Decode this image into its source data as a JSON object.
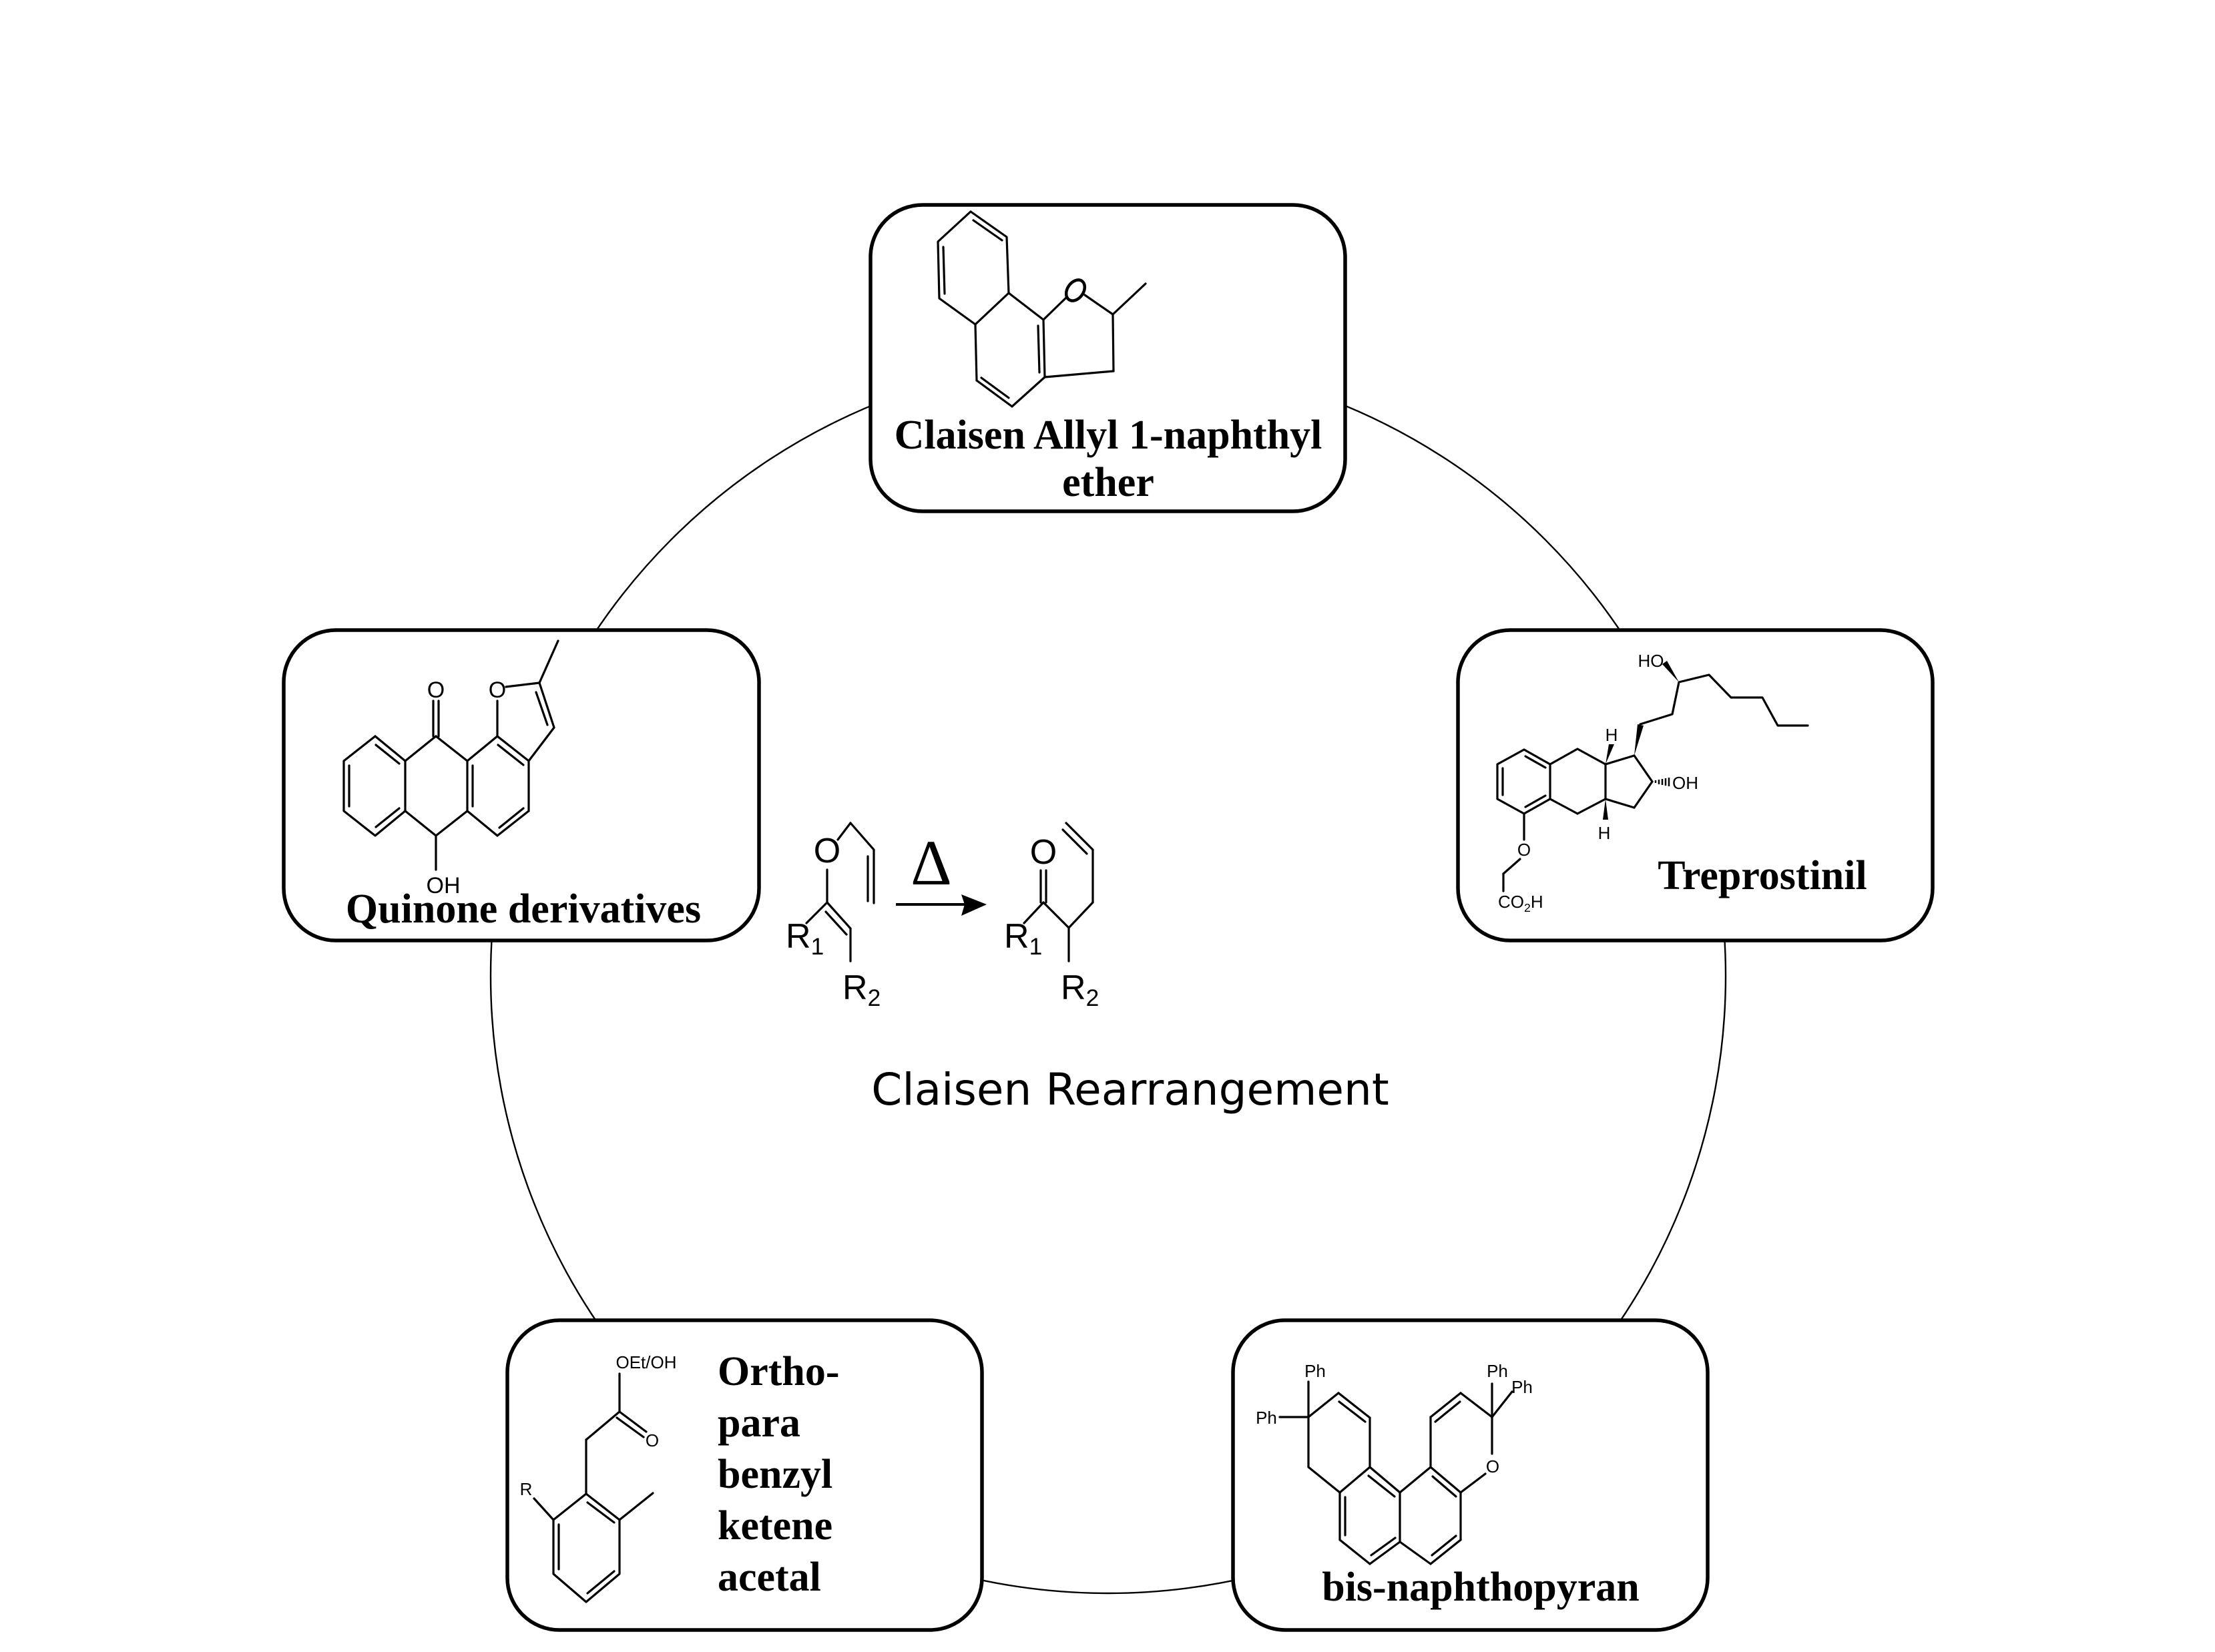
{
  "diagram": {
    "title": "Claisen Rearrangement",
    "center_reaction": {
      "reactant": {
        "atoms": {
          "oxygen": "O",
          "r1": "R",
          "r1_sub": "1",
          "r2": "R",
          "r2_sub": "2"
        }
      },
      "condition": "Δ",
      "arrow": "reaction-arrow",
      "product": {
        "atoms": {
          "oxygen": "O",
          "r1": "R",
          "r1_sub": "1",
          "r2": "R",
          "r2_sub": "2"
        }
      }
    },
    "nodes": [
      {
        "id": "allyl-naphthyl-ether",
        "label_lines": [
          "Claisen Allyl 1-naphthyl",
          "ether"
        ],
        "atoms": {
          "oxygen": "O"
        }
      },
      {
        "id": "treprostinil",
        "label_lines": [
          "Treprostinil"
        ],
        "atoms": {
          "ho": "HO",
          "oh": "OH",
          "h_top": "H",
          "h_bottom": "H",
          "ether_o": "O",
          "acid": "CO",
          "acid_sub": "2",
          "acid_h": "H"
        }
      },
      {
        "id": "bis-naphthopyran",
        "label_lines": [
          "bis-naphthopyran"
        ],
        "atoms": {
          "ph1": "Ph",
          "ph2": "Ph",
          "ph3": "Ph",
          "ph4": "Ph",
          "oxygen": "O"
        }
      },
      {
        "id": "benzyl-ketene-acetal",
        "label_lines": [
          "Ortho-",
          "para",
          "benzyl",
          "ketene",
          "acetal"
        ],
        "atoms": {
          "ester": "OEt/OH",
          "carbonyl_o": "O",
          "r": "R"
        }
      },
      {
        "id": "quinone-derivatives",
        "label_lines": [
          "Quinone derivatives"
        ],
        "atoms": {
          "carbonyl_o": "O",
          "furan_o": "O",
          "hydroxyl": "OH"
        }
      }
    ]
  }
}
